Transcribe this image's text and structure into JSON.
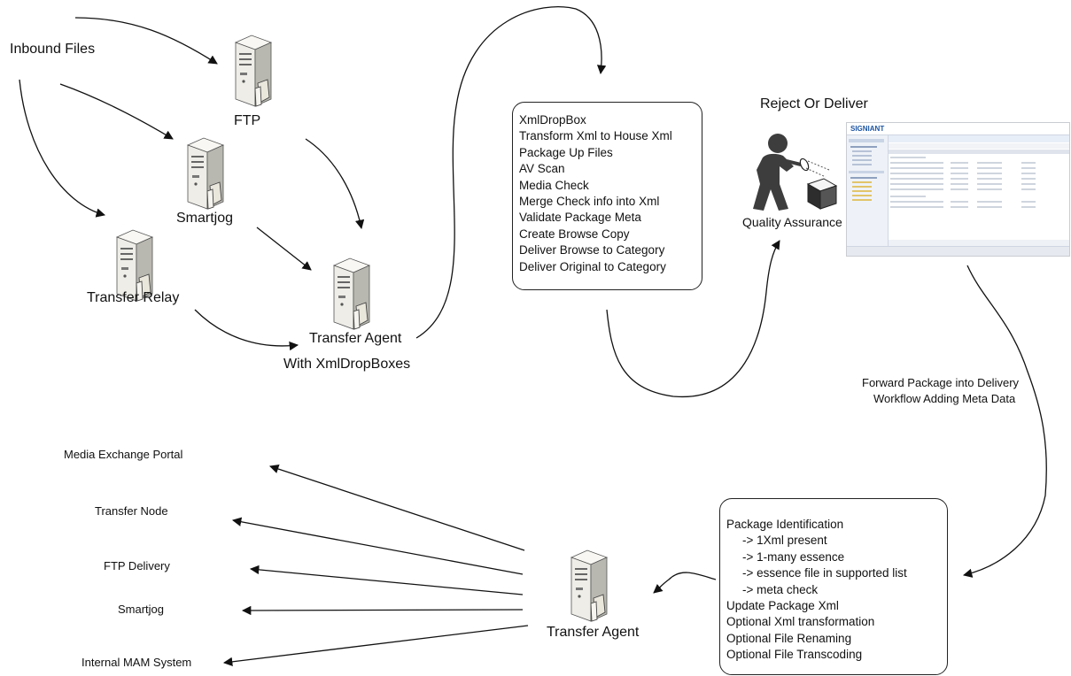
{
  "inputs": {
    "inbound_files": "Inbound Files",
    "ftp": "FTP",
    "smartjog": "Smartjog",
    "transfer_relay": "Transfer Relay"
  },
  "agent_top": {
    "title": "Transfer Agent",
    "subtitle": "With XmlDropBoxes"
  },
  "process_box": {
    "steps": [
      "XmlDropBox",
      "Transform Xml to House Xml",
      "Package Up Files",
      "AV Scan",
      "Media Check",
      "Merge Check info into Xml",
      "Validate Package Meta",
      "Create Browse Copy",
      "Deliver Browse to Category",
      "Deliver Original to Category"
    ]
  },
  "qa": {
    "title": "Reject Or Deliver",
    "label": "Quality Assurance",
    "icon": "person-discarding-box-icon"
  },
  "screenshot": {
    "logo": "SIGNIANT"
  },
  "forward": {
    "line1": "Forward Package into Delivery",
    "line2": "Workflow Adding Meta Data"
  },
  "delivery_box": {
    "lines": [
      {
        "text": "Package Identification",
        "indent": false
      },
      {
        "text": "-> 1Xml present",
        "indent": true
      },
      {
        "text": "-> 1-many essence",
        "indent": true
      },
      {
        "text": "-> essence file in supported list",
        "indent": true
      },
      {
        "text": "-> meta check",
        "indent": true
      },
      {
        "text": "Update Package Xml",
        "indent": false
      },
      {
        "text": "Optional Xml transformation",
        "indent": false
      },
      {
        "text": "Optional File Renaming",
        "indent": false
      },
      {
        "text": "Optional File Transcoding",
        "indent": false
      }
    ]
  },
  "agent_bottom": {
    "title": "Transfer Agent"
  },
  "destinations": [
    "Media Exchange Portal",
    "Transfer Node",
    "FTP Delivery",
    "Smartjog",
    "Internal MAM System"
  ],
  "colors": {
    "line": "#111111",
    "server_light": "#f2f1ec",
    "server_shade": "#bdbcb4",
    "person": "#3d3d3d"
  }
}
